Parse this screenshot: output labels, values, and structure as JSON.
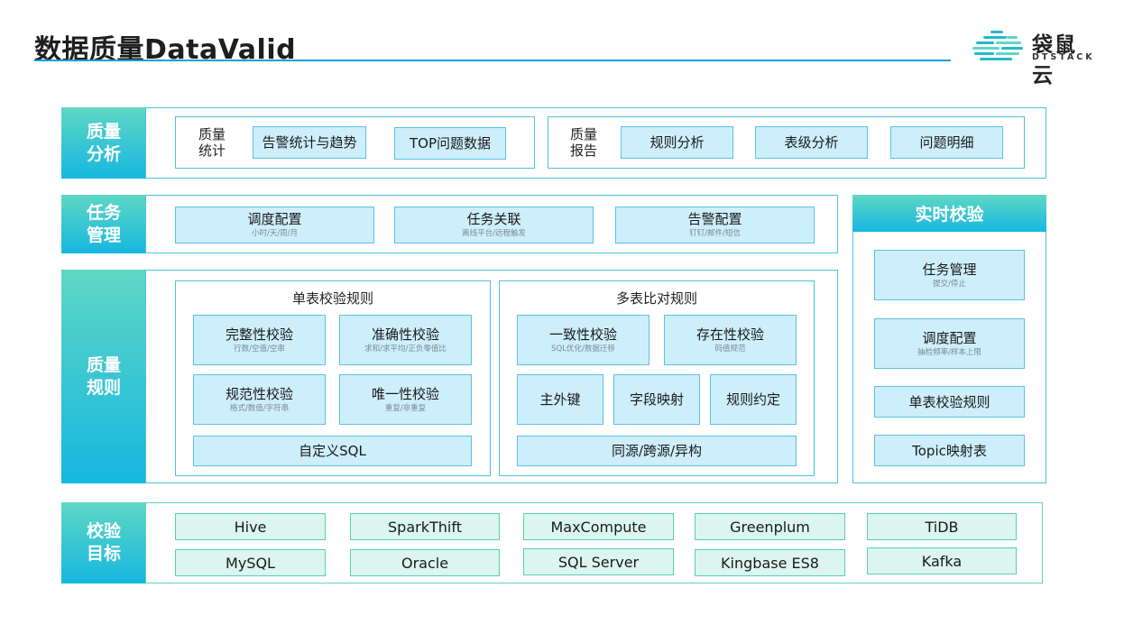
{
  "title": "数据质量DataValid",
  "logo": {
    "name": "袋鼠云",
    "sub": "DTSTACK"
  },
  "rows": {
    "analysis": {
      "label": "质量分析",
      "stats_label": "质量统计",
      "stats_items": [
        "告警统计与趋势",
        "TOP问题数据"
      ],
      "report_label": "质量报告",
      "report_items": [
        "规则分析",
        "表级分析",
        "问题明细"
      ]
    },
    "task": {
      "label": "任务管理",
      "items": [
        {
          "main": "调度配置",
          "sub": "小时/天/周/月"
        },
        {
          "main": "任务关联",
          "sub": "离线平台/远程触发"
        },
        {
          "main": "告警配置",
          "sub": "钉钉/邮件/短信"
        }
      ]
    },
    "rules": {
      "label": "质量规则",
      "single": {
        "title": "单表校验规则",
        "items": [
          {
            "main": "完整性校验",
            "sub": "行数/空值/空串"
          },
          {
            "main": "准确性校验",
            "sub": "求和/求平均/正负零值比"
          },
          {
            "main": "规范性校验",
            "sub": "格式/数值/字符串"
          },
          {
            "main": "唯一性校验",
            "sub": "重复/非重复"
          }
        ],
        "custom": "自定义SQL"
      },
      "multi": {
        "title": "多表比对规则",
        "items": [
          {
            "main": "一致性校验",
            "sub": "SQL优化/数据迁移"
          },
          {
            "main": "存在性校验",
            "sub": "码值规范"
          }
        ],
        "small": [
          "主外键",
          "字段映射",
          "规则约定"
        ],
        "bottom": "同源/跨源/异构"
      }
    },
    "realtime": {
      "label": "实时校验",
      "items": [
        {
          "main": "任务管理",
          "sub": "提交/停止"
        },
        {
          "main": "调度配置",
          "sub": "抽检频率/样本上限"
        },
        {
          "main": "单表校验规则",
          "sub": ""
        },
        {
          "main": "Topic映射表",
          "sub": ""
        }
      ]
    },
    "targets": {
      "label": "校验目标",
      "items": [
        "Hive",
        "SparkThift",
        "MaxCompute",
        "Greenplum",
        "TiDB",
        "MySQL",
        "Oracle",
        "SQL Server",
        "Kingbase ES8",
        "Kafka"
      ]
    }
  },
  "colors": {
    "accent": "#16b7e0",
    "accent_green": "#5fd7c4",
    "box_fill": "#cdeefb",
    "target_fill": "#dcf5ef"
  }
}
